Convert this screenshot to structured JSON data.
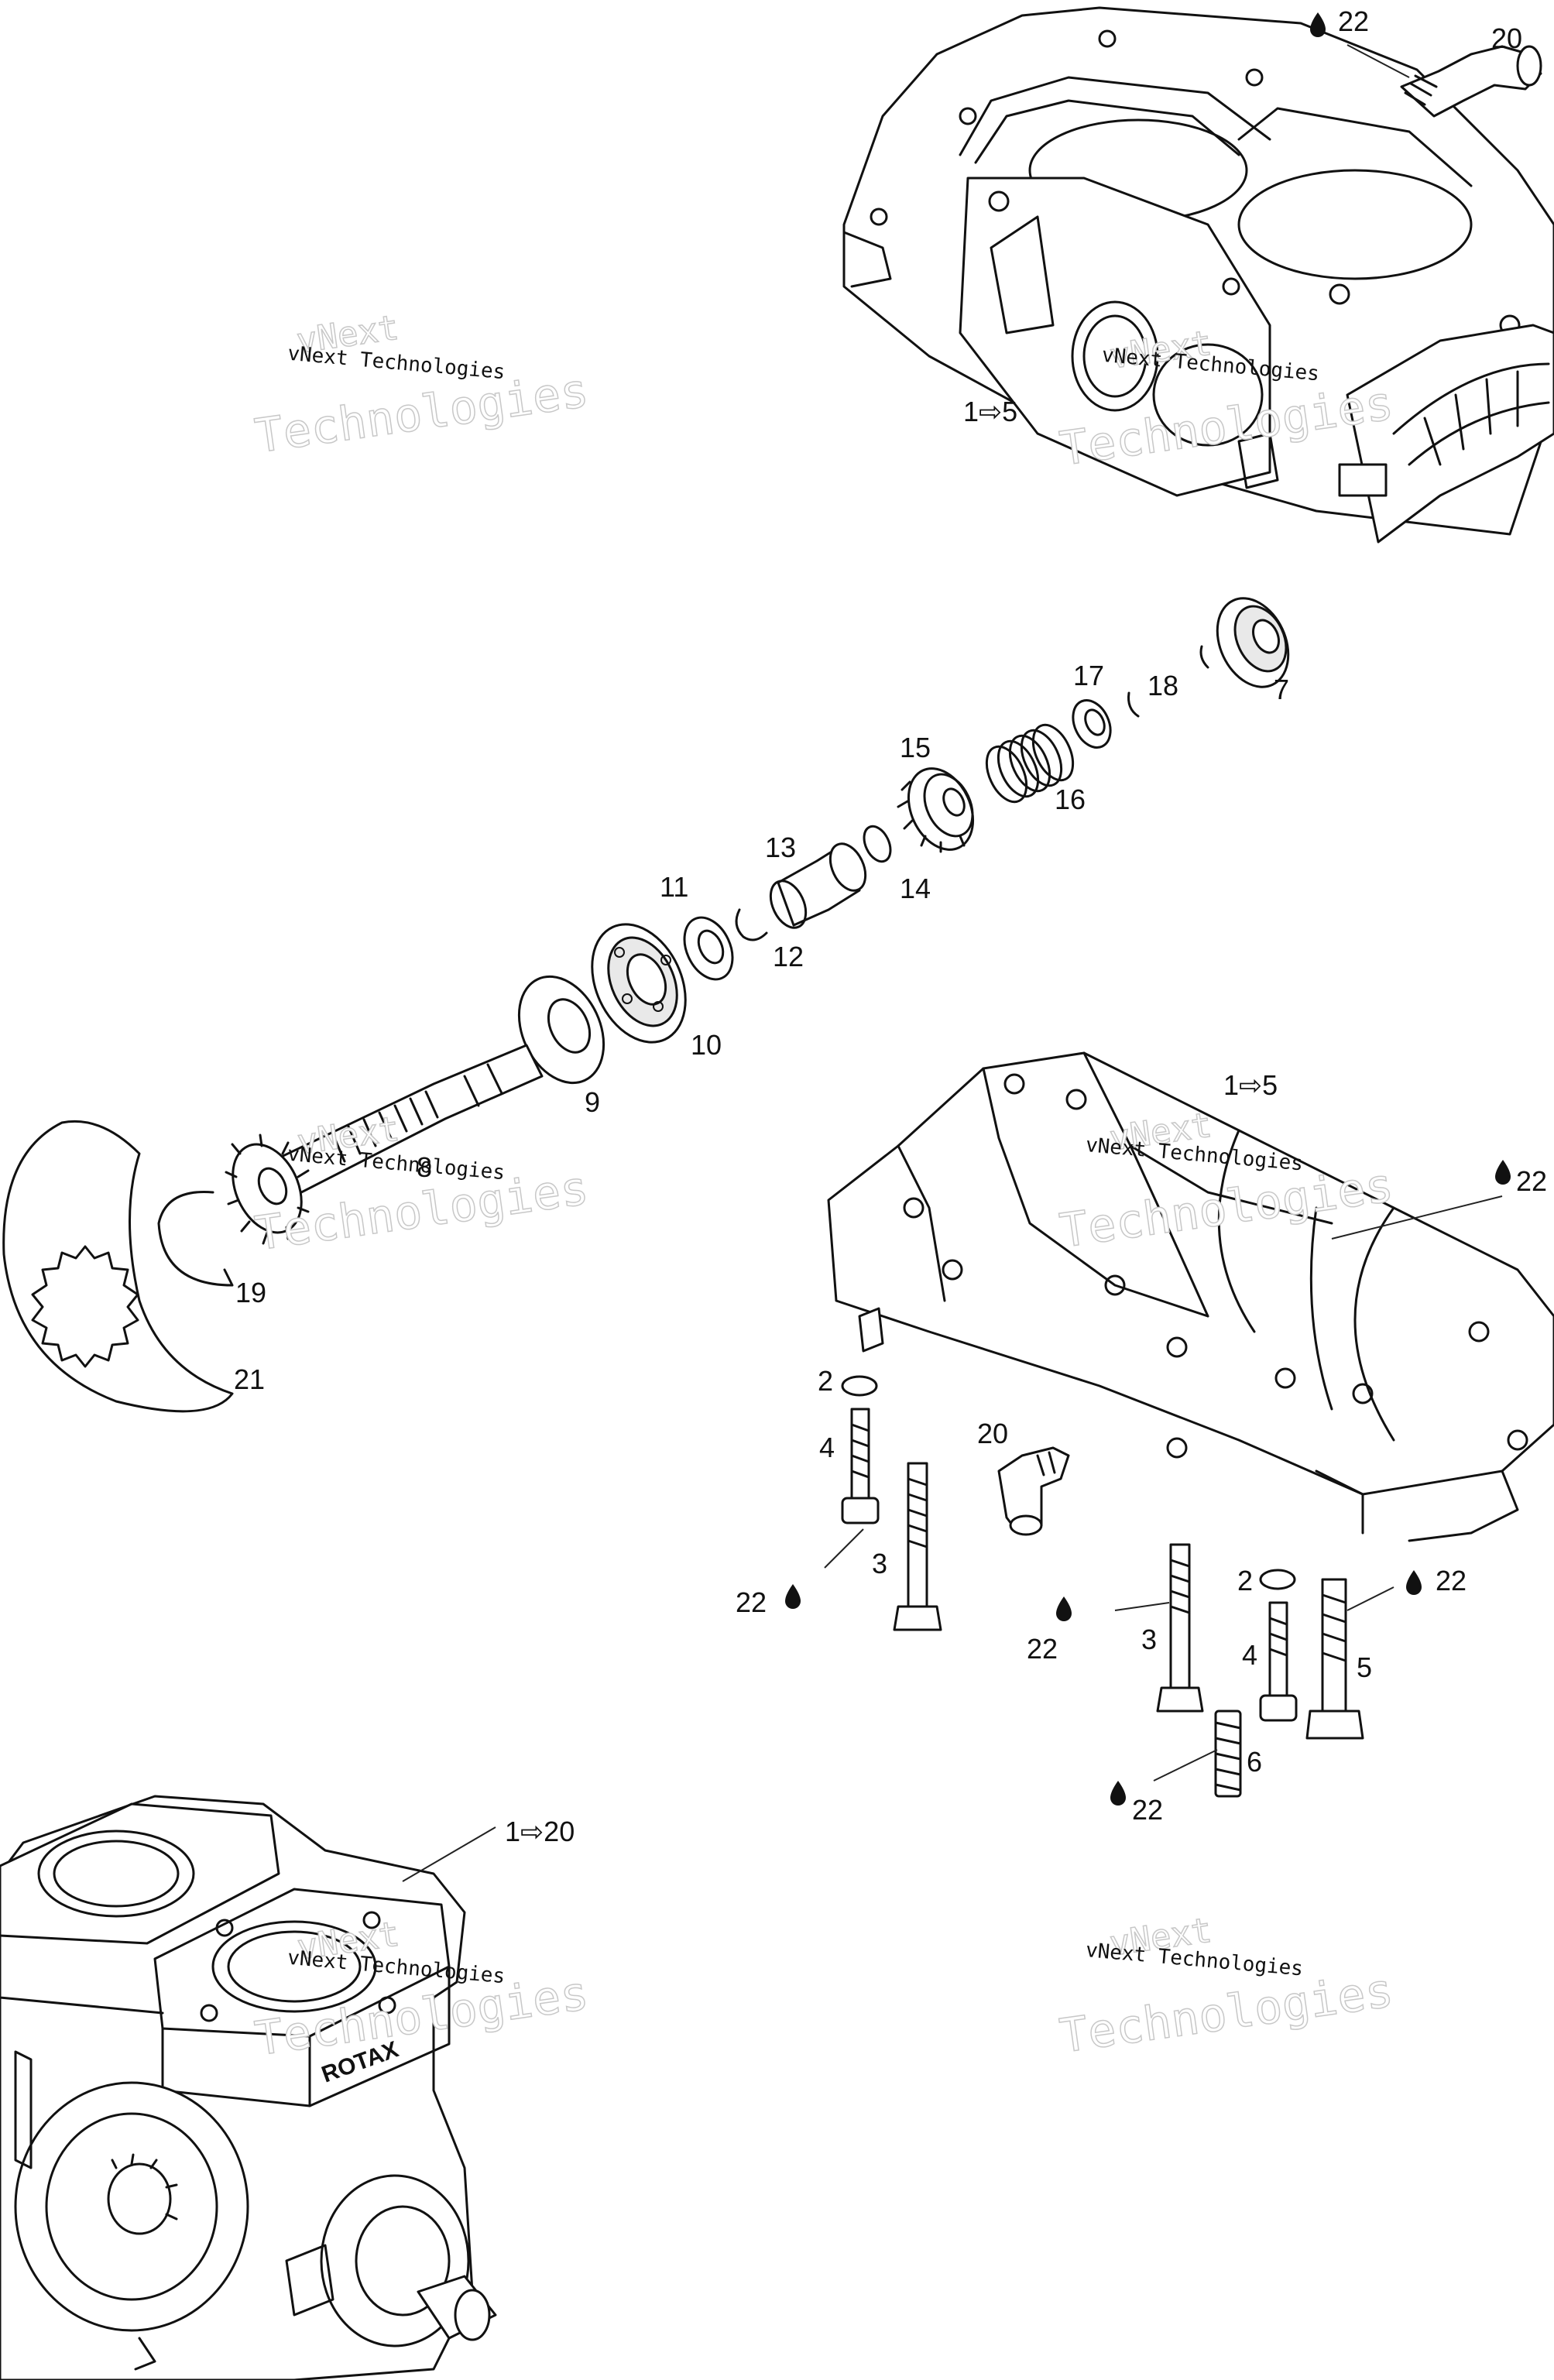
{
  "watermark": {
    "line_small": "vNext Technologies",
    "line_big": "Technologies",
    "line_top": "vNext"
  },
  "callouts": {
    "c1": "22",
    "c2": "20",
    "c3": "1⇨5",
    "c4": "7",
    "c5": "18",
    "c6": "17",
    "c7": "16",
    "c8": "15",
    "c9": "14",
    "c10": "13",
    "c11": "11",
    "c12": "12",
    "c13": "10",
    "c14": "9",
    "c15": "8",
    "c16": "19",
    "c17": "21",
    "c18": "1⇨5",
    "c19": "22",
    "c20": "2",
    "c21": "4",
    "c22": "20",
    "c23": "3",
    "c24": "22",
    "c25": "22",
    "c26": "2",
    "c27": "22",
    "c28": "3",
    "c29": "4",
    "c30": "5",
    "c31": "6",
    "c32": "22",
    "c33": "1⇨20"
  },
  "icons": {
    "sealant": "sealant-drop-icon",
    "reference_arrow": "reference-arrow"
  },
  "colors": {
    "ink": "#111111",
    "background": "#ffffff",
    "watermark_outline": "#c8c8c8"
  }
}
